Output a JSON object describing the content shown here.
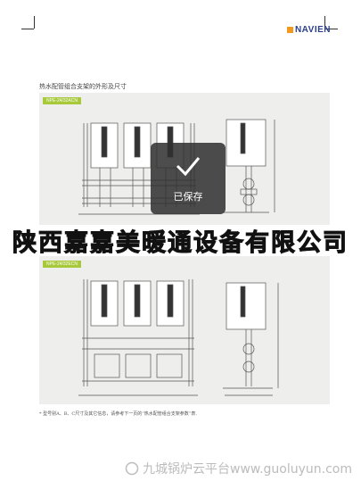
{
  "header": {
    "brand": "NAVIEN"
  },
  "section": {
    "title": "热水配管组合支架的外形及尺寸"
  },
  "diagram1": {
    "model": "NPE-24/32ACN"
  },
  "diagram2": {
    "model": "NPE-24/32ECN"
  },
  "toast": {
    "text": "已保存"
  },
  "banner": {
    "text": "陕西嘉嘉美暖通设备有限公司"
  },
  "footnote": {
    "text": "* 型号别A、B、C尺寸及其它信息，请参考下一页的“热水配管组合支架参数”表."
  },
  "watermark": {
    "text": "九城锅炉云平台www.guoluyun.com"
  },
  "colors": {
    "brand": "#2b3f8c",
    "model_tag": "#a7c93a",
    "panel": "#eeefec"
  }
}
